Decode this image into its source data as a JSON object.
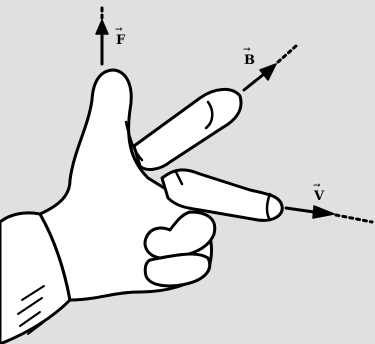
{
  "labels": {
    "force": "F",
    "field": "B",
    "velocity": "V",
    "vector_mark": "→"
  },
  "colors": {
    "background": "#e0e0e0",
    "ink": "#000000",
    "hand": "#ffffff"
  }
}
